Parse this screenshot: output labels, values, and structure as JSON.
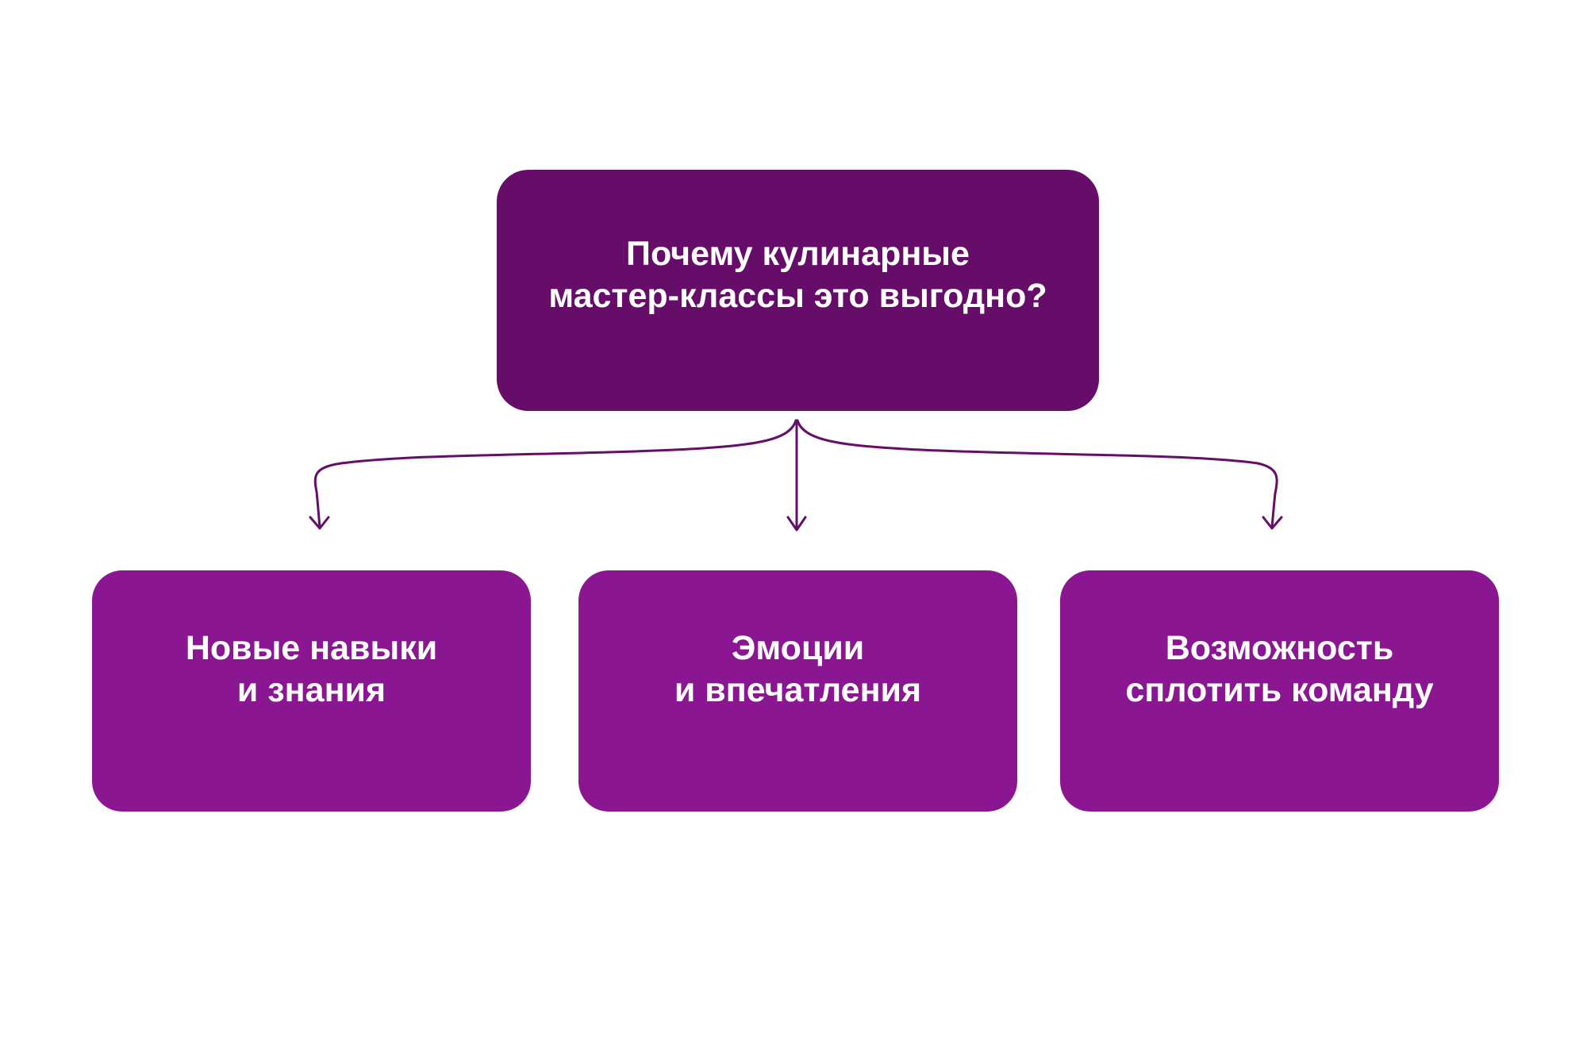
{
  "colors": {
    "background": "#ffffff",
    "root_fill": "#660d69",
    "child_fill": "#8a1791",
    "connector": "#660d69",
    "text": "#ffffff"
  },
  "root": {
    "label": "Почему кулинарные\nмастер-классы это выгодно?"
  },
  "children": [
    {
      "label": "Новые навыки\nи знания"
    },
    {
      "label": "Эмоции\nи впечатления"
    },
    {
      "label": "Возможность\nсплотить команду"
    }
  ]
}
